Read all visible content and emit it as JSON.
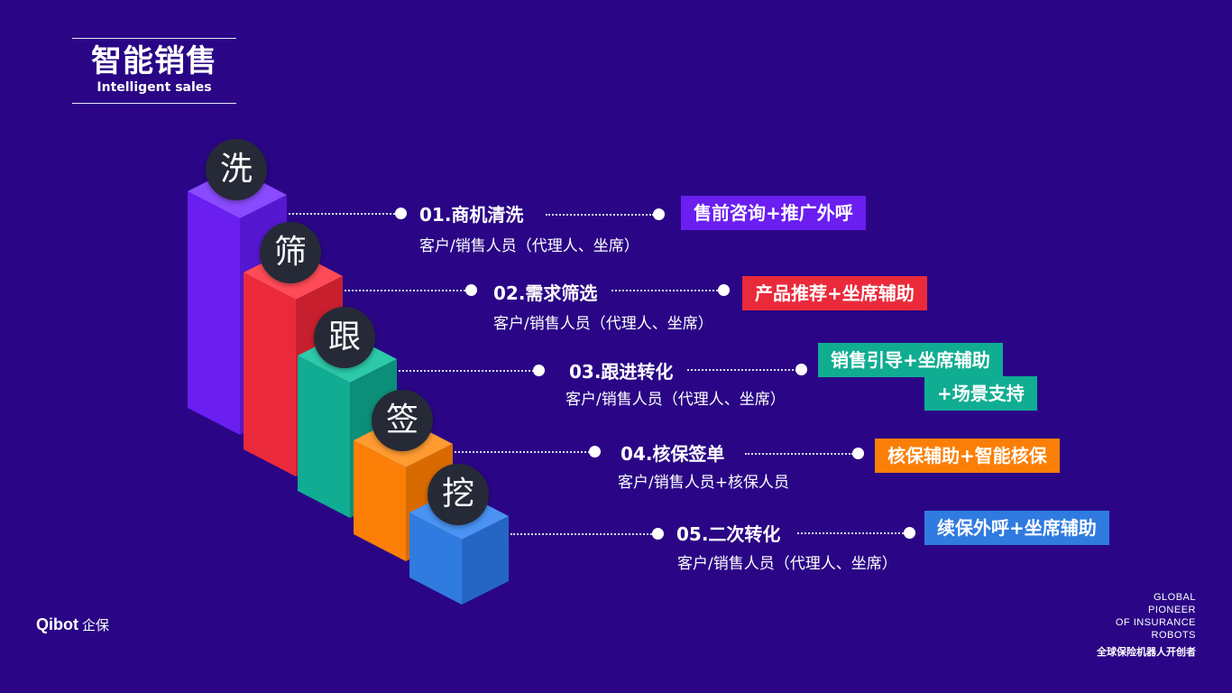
{
  "header": {
    "title_cn": "智能销售",
    "title_en": "Intelligent sales"
  },
  "steps": [
    {
      "char": "洗",
      "title": "01.商机清洗",
      "desc": "客户/销售人员（代理人、坐席）",
      "tag": "售前咨询+推广外呼",
      "color": "#6a1ef0"
    },
    {
      "char": "筛",
      "title": "02.需求筛选",
      "desc": "客户/销售人员（代理人、坐席）",
      "tag": "产品推荐+坐席辅助",
      "color": "#ea2a3a"
    },
    {
      "char": "跟",
      "title": "03.跟进转化",
      "desc": "客户/销售人员（代理人、坐席）",
      "tag": "销售引导+坐席辅助",
      "tag2": "+场景支持",
      "color": "#10ad92"
    },
    {
      "char": "签",
      "title": "04.核保签单",
      "desc": "客户/销售人员+核保人员",
      "tag": "核保辅助+智能核保",
      "color": "#fb7f07"
    },
    {
      "char": "挖",
      "title": "05.二次转化",
      "desc": "客户/销售人员（代理人、坐席）",
      "tag": "续保外呼+坐席辅助",
      "color": "#2f7be0"
    }
  ],
  "footer": {
    "logo": "Qibot",
    "logo_cn": "企保",
    "en_lines": [
      "GLOBAL",
      "PIONEER",
      "OF INSURANCE",
      "ROBOTS"
    ],
    "cn": "全球保险机器人开创者"
  }
}
